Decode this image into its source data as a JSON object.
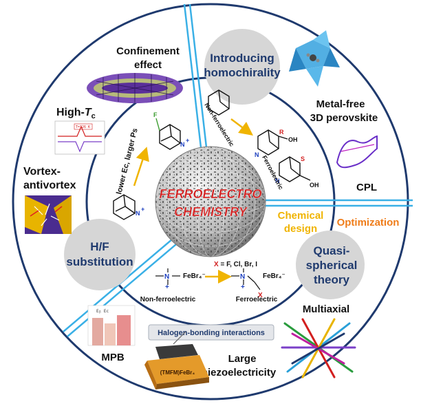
{
  "diagram": {
    "center": {
      "line1": "FERROELECTRO",
      "line2": "CHEMISTRY"
    },
    "strategies": {
      "homochirality": {
        "line1": "Introducing",
        "line2": "homochirality"
      },
      "hf": {
        "line1": "H/F",
        "line2": "substitution"
      },
      "quasi": {
        "line1": "Quasi-",
        "line2": "spherical",
        "line3": "theory"
      }
    },
    "sector_labels": {
      "chemical": {
        "line1": "Chemical",
        "line2": "design"
      },
      "optimization": "Optimization"
    },
    "properties": {
      "confinement": {
        "line1": "Confinement",
        "line2": "effect"
      },
      "hightc": {
        "prefix": "High-",
        "T": "T",
        "sub": "c"
      },
      "vortex": {
        "line1": "Vortex-",
        "line2": "antivortex"
      },
      "metalfree": {
        "line1": "Metal-free",
        "line2": "3D perovskite"
      },
      "cpl": "CPL",
      "multiaxial": "Multiaxial",
      "mpb": "MPB",
      "piezo": {
        "line1": "Large",
        "line2": "piezoelectricity"
      }
    },
    "inner": {
      "lower_larger": "lower Ec, larger Ps",
      "nonferro_top": "Non-ferroelectric",
      "ferro_right": "Ferroelectric",
      "x_def": "X = F, Cl, Br, I",
      "febr4": "FeBr₄⁻",
      "nonferro_bottom": "Non-ferroelectric",
      "ferro_bottom": "Ferroelectric",
      "fluoro": "F",
      "r_label": "R",
      "s_label": "S",
      "oh": "OH",
      "x_atom": "X",
      "n_atom": "N",
      "plus": "+"
    },
    "halogen": "Halogen-bonding interactions",
    "device": "(TMFM)FeBr₄",
    "inset": {
      "hightc_tag": "T=326 K",
      "mpb_tag": "Eᵦ Ec"
    }
  }
}
